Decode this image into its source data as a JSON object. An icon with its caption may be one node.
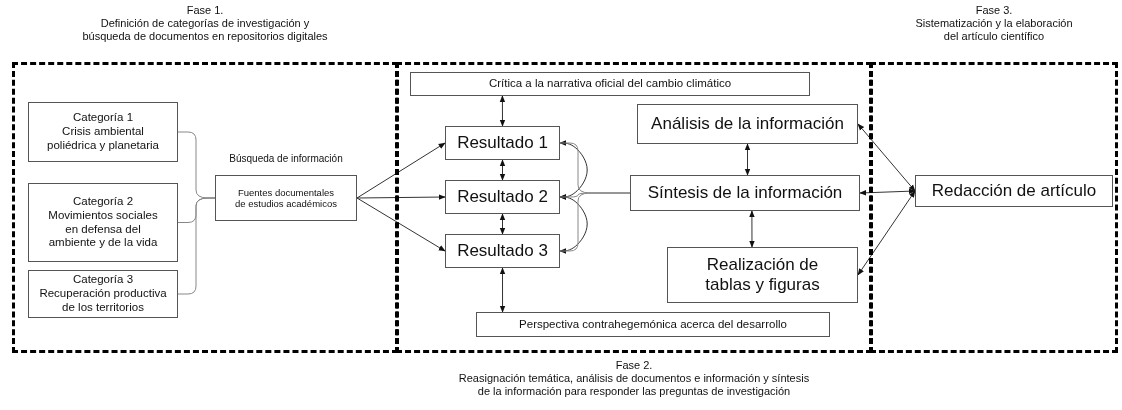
{
  "diagram": {
    "nodes": [
      {
        "text": [
          "Fase 1.",
          "Definición de categorías de investigación y búsqueda de documentos en repositorios digitales"
        ]
      },
      {
        "text": [
          "Categoría 1",
          "Crisis ambiental poliédrica y planetaria"
        ],
        "in": 0
      },
      {
        "text": [
          "Categoría 2",
          "Movimientos sociales en defensa del ambiente y de la vida"
        ],
        "in": 0
      },
      {
        "text": [
          "Categoría 3",
          "Recuperación productiva de los territorios"
        ],
        "in": 0
      },
      {
        "text": [
          "Búsqueda de información",
          "Fuentes documentales de estudios académicos"
        ],
        "in": 0
      },
      {
        "text": [
          "Fase 2.",
          "Reasignación temática, análisis de documentos e información y síntesis de la información para responder las preguntas de investigación"
        ]
      },
      {
        "text": [
          "Crítica a la narrativa oficial del cambio climático"
        ],
        "in": 5
      },
      {
        "text": [
          "Resultado 1"
        ],
        "in": 5
      },
      {
        "text": [
          "Resultado 2"
        ],
        "in": 5
      },
      {
        "text": [
          "Resultado 3"
        ],
        "in": 5
      },
      {
        "text": [
          "Perspectiva contrahegemónica acerca del desarrollo"
        ],
        "in": 5
      },
      {
        "text": [
          "Análisis de la información"
        ],
        "in": 5
      },
      {
        "text": [
          "Síntesis de la información"
        ],
        "in": 5
      },
      {
        "text": [
          "Realización de tablas y figuras"
        ],
        "in": 5
      },
      {
        "text": [
          "Fase 3.",
          "Sistematización y la elaboración del artículo científico"
        ]
      },
      {
        "text": [
          "Redacción de artículo"
        ],
        "in": 14
      }
    ],
    "edges": [
      {
        "from": 1,
        "to": 4,
        "arrow": "none"
      },
      {
        "from": 2,
        "to": 4,
        "arrow": "none"
      },
      {
        "from": 3,
        "to": 4,
        "arrow": "none"
      },
      {
        "from": 4,
        "to": 7,
        "arrow": "to"
      },
      {
        "from": 4,
        "to": 8,
        "arrow": "to"
      },
      {
        "from": 4,
        "to": 9,
        "arrow": "to"
      },
      {
        "from": 6,
        "to": 7,
        "arrow": "both"
      },
      {
        "from": 7,
        "to": 8,
        "arrow": "both"
      },
      {
        "from": 8,
        "to": 9,
        "arrow": "both"
      },
      {
        "from": 9,
        "to": 10,
        "arrow": "both"
      },
      {
        "from": 7,
        "to": 8,
        "arrow": "both"
      },
      {
        "from": 8,
        "to": 9,
        "arrow": "both"
      },
      {
        "from": 7,
        "to": 12,
        "arrow": "none"
      },
      {
        "from": 8,
        "to": 12,
        "arrow": "none"
      },
      {
        "from": 9,
        "to": 12,
        "arrow": "none"
      },
      {
        "from": 11,
        "to": 12,
        "arrow": "both"
      },
      {
        "from": 12,
        "to": 13,
        "arrow": "both"
      },
      {
        "from": 15,
        "to": 11,
        "arrow": "both"
      },
      {
        "from": 15,
        "to": 12,
        "arrow": "both"
      },
      {
        "from": 15,
        "to": 13,
        "arrow": "both"
      }
    ]
  }
}
